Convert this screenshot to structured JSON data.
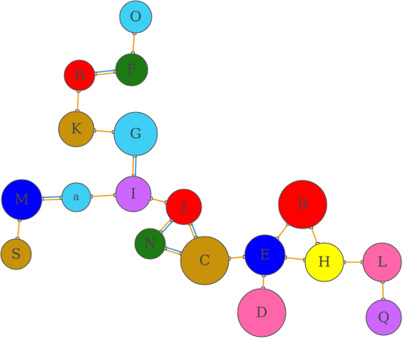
{
  "nodes": [
    {
      "id": "O",
      "label": "O",
      "color": "#3ecff5"
    },
    {
      "id": "F",
      "label": "F",
      "color": "#1e7a12"
    },
    {
      "id": "R",
      "label": "R",
      "color": "#ff0000"
    },
    {
      "id": "K",
      "label": "K",
      "color": "#c8920a"
    },
    {
      "id": "G",
      "label": "G",
      "color": "#3ecff5"
    },
    {
      "id": "I",
      "label": "I",
      "color": "#cc66ff"
    },
    {
      "id": "a",
      "label": "a",
      "color": "#3ecff5"
    },
    {
      "id": "M",
      "label": "M",
      "color": "#0000ff"
    },
    {
      "id": "S",
      "label": "S",
      "color": "#c8920a"
    },
    {
      "id": "J",
      "label": "J",
      "color": "#ff0000"
    },
    {
      "id": "N",
      "label": "N",
      "color": "#1e7a12"
    },
    {
      "id": "C",
      "label": "C",
      "color": "#c8920a"
    },
    {
      "id": "E",
      "label": "E",
      "color": "#0000ff"
    },
    {
      "id": "D",
      "label": "D",
      "color": "#ff66aa"
    },
    {
      "id": "B",
      "label": "B",
      "color": "#ff0000"
    },
    {
      "id": "H",
      "label": "H",
      "color": "#ffff00"
    },
    {
      "id": "L",
      "label": "L",
      "color": "#ff66aa"
    },
    {
      "id": "Q",
      "label": "Q",
      "color": "#cc66ff"
    }
  ],
  "edges": [
    {
      "from": "O",
      "to": "F",
      "double": false
    },
    {
      "from": "R",
      "to": "F",
      "double": true
    },
    {
      "from": "R",
      "to": "K",
      "double": false
    },
    {
      "from": "K",
      "to": "G",
      "double": false
    },
    {
      "from": "G",
      "to": "I",
      "double": true
    },
    {
      "from": "a",
      "to": "I",
      "double": false
    },
    {
      "from": "M",
      "to": "a",
      "double": true
    },
    {
      "from": "M",
      "to": "S",
      "double": false
    },
    {
      "from": "I",
      "to": "J",
      "double": false
    },
    {
      "from": "J",
      "to": "N",
      "double": true
    },
    {
      "from": "J",
      "to": "C",
      "double": true
    },
    {
      "from": "N",
      "to": "C",
      "double": true
    },
    {
      "from": "C",
      "to": "E",
      "double": false
    },
    {
      "from": "E",
      "to": "D",
      "double": false
    },
    {
      "from": "E",
      "to": "B",
      "double": false
    },
    {
      "from": "E",
      "to": "H",
      "double": false
    },
    {
      "from": "B",
      "to": "H",
      "double": false
    },
    {
      "from": "H",
      "to": "L",
      "double": false
    },
    {
      "from": "L",
      "to": "Q",
      "double": false
    }
  ]
}
